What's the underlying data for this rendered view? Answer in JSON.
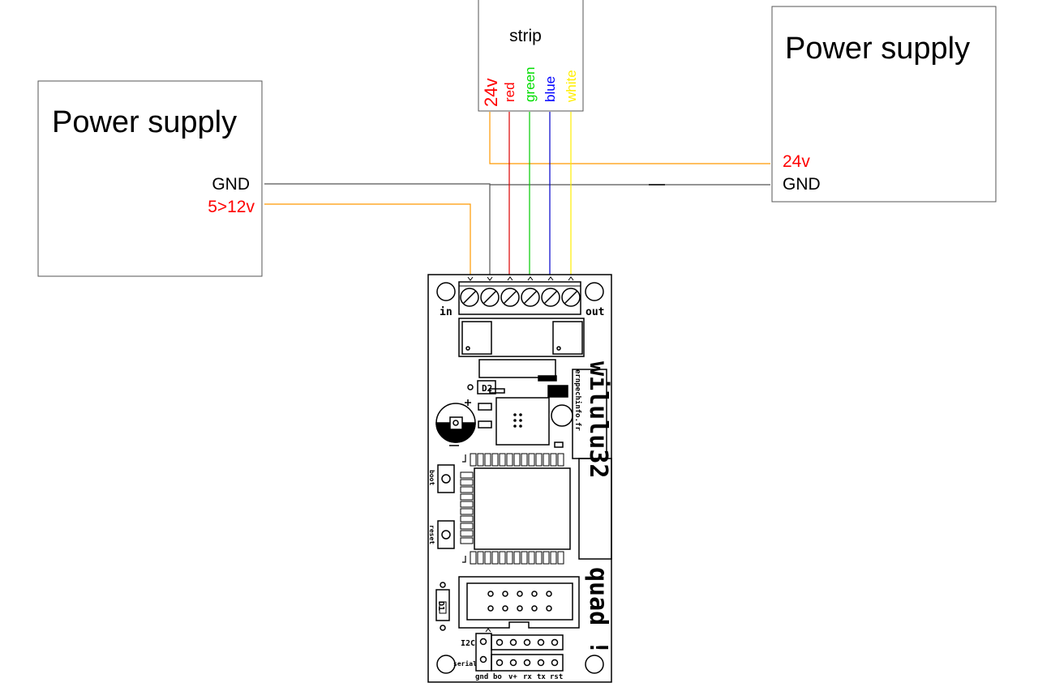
{
  "left_supply": {
    "title": "Power supply",
    "gnd_label": "GND",
    "voltage_label": "5>12v"
  },
  "right_supply": {
    "title": "Power supply",
    "voltage_label": "24v",
    "gnd_label": "GND"
  },
  "strip": {
    "title": "strip",
    "pins": [
      {
        "label": "24v",
        "color": "#ff0000"
      },
      {
        "label": "red",
        "color": "#ff0000"
      },
      {
        "label": "green",
        "color": "#00dd00"
      },
      {
        "label": "blue",
        "color": "#0000ff"
      },
      {
        "label": "white",
        "color": "#ffff00"
      }
    ]
  },
  "board": {
    "name": "wilulu32",
    "suffix": "quad !",
    "url": "ernpechinfo.fr",
    "in_label": "in",
    "out_label": "out",
    "diode1_label": "D2",
    "diode2_label": "D1",
    "button1_label": "boot",
    "button2_label": "reset",
    "i2c_label": "I2C",
    "serial_label": "serial",
    "header_labels": [
      "gnd",
      "bo",
      "v+",
      "rx",
      "tx",
      "rst"
    ]
  },
  "colors": {
    "gnd_wire": "#555555",
    "orange_wire": "#ff9900",
    "red_wire": "#dd0000",
    "green_wire": "#00cc00",
    "blue_wire": "#0000cc",
    "white_wire": "#ffee00",
    "voltage_text": "#ff0000"
  }
}
